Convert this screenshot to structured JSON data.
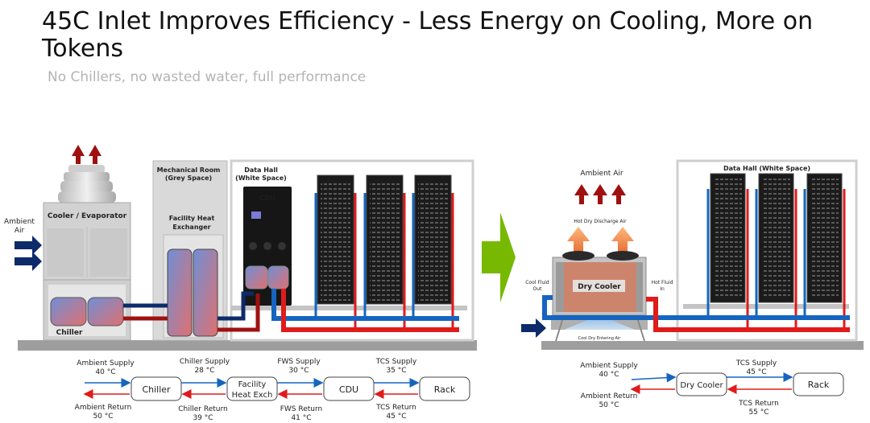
{
  "title": "45C Inlet Improves Efficiency - Less Energy on Cooling, More on Tokens",
  "subtitle": "No Chillers, no wasted water, full performance",
  "left": {
    "ambient_air": [
      "Ambient",
      "Air"
    ],
    "cooler_label": "Cooler / Evaporator",
    "chiller_label": "Chiller",
    "mech_room": [
      "Mechanical Room",
      "(Grey Space)"
    ],
    "facility_hx": [
      "Facility Heat",
      "Exchanger"
    ],
    "data_hall": [
      "Data Hall",
      "(White Space)"
    ],
    "cdu_label": "CDU",
    "flow": {
      "boxes": [
        "Chiller",
        [
          "Facility",
          "Heat Exch"
        ],
        "CDU",
        "Rack"
      ],
      "supply": [
        {
          "name": "Ambient Supply",
          "temp": "40 °C"
        },
        {
          "name": "Chiller Supply",
          "temp": "28 °C"
        },
        {
          "name": "FWS Supply",
          "temp": "30 °C"
        },
        {
          "name": "TCS Supply",
          "temp": "35 °C"
        }
      ],
      "return": [
        {
          "name": "Ambient Return",
          "temp": "50 °C"
        },
        {
          "name": "Chiller Return",
          "temp": "39 °C"
        },
        {
          "name": "FWS Return",
          "temp": "41 °C"
        },
        {
          "name": "TCS Return",
          "temp": "45 °C"
        }
      ]
    }
  },
  "right": {
    "ambient_air": "Ambient Air",
    "hot_discharge": "Hot Dry Discharge Air",
    "dry_cooler_label": "Dry Cooler",
    "cool_fluid_out": [
      "Cool Fluid",
      "Out"
    ],
    "hot_fluid_in": [
      "Hot Fluid",
      "In"
    ],
    "cool_entering": "Cool Dry Entering Air",
    "data_hall": "Data Hall (White Space)",
    "flow": {
      "boxes": [
        "Dry Cooler",
        "Rack"
      ],
      "supply": [
        {
          "name": "Ambient Supply",
          "temp": "40 °C"
        },
        {
          "name": "TCS Supply",
          "temp": "45 °C"
        }
      ],
      "return": [
        {
          "name": "Ambient Return",
          "temp": "50 °C"
        },
        {
          "name": "TCS Return",
          "temp": "55 °C"
        }
      ]
    }
  },
  "colors": {
    "supply": "#1565c0",
    "return": "#e01b1b",
    "accent": "#76b900"
  }
}
